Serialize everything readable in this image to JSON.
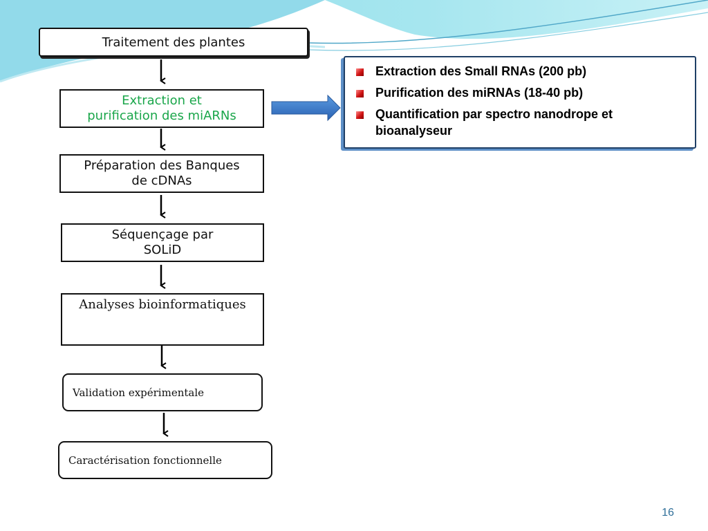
{
  "steps": [
    "Traitement des plantes",
    "Extraction et purification des miARNs",
    "Préparation des Banques de cDNAs",
    "Séquençage par SOLiD",
    "Analyses bioinformatiques",
    "Validation expérimentale",
    "Caractérisation fonctionnelle"
  ],
  "step_lines": {
    "extraction": [
      "Extraction et",
      "purification des miARNs"
    ],
    "preparation": [
      "Préparation des Banques",
      "de cDNAs"
    ],
    "sequencage": [
      "Séquençage par",
      "SOLiD"
    ]
  },
  "details": [
    "Extraction des Small RNAs (200 pb)",
    "Purification des miRNAs (18-40 pb)",
    "Quantification par  spectro nanodrope et bioanalyseur"
  ],
  "page_number": "16",
  "colors": {
    "highlight_step_text": "#1aa64a",
    "bullet": "#d01414",
    "big_arrow": "#2f6fc0",
    "page_number": "#2f6f99"
  }
}
